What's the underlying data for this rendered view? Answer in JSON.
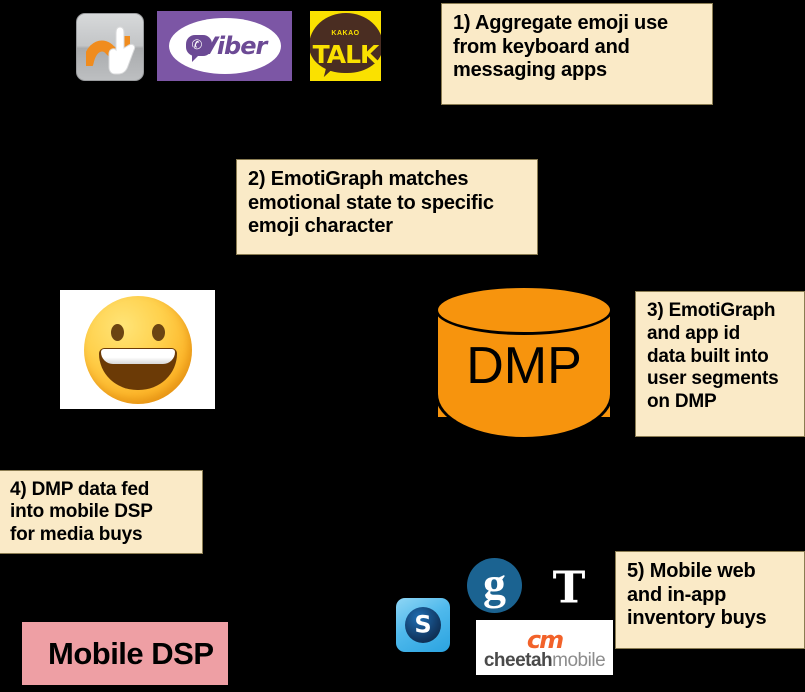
{
  "diagram": {
    "background_color": "#000000",
    "callout_color": "#faeac7",
    "steps": [
      {
        "id": "step-1",
        "lines": [
          "1) Aggregate emoji use",
          "from keyboard and",
          "messaging apps"
        ]
      },
      {
        "id": "step-2",
        "lines": [
          "2) EmotiGraph matches",
          "emotional state to specific",
          "emoji character"
        ]
      },
      {
        "id": "step-3",
        "lines": [
          "3) EmotiGraph",
          "and app id",
          "data built into",
          "user segments",
          "on DMP"
        ]
      },
      {
        "id": "step-4",
        "lines": [
          "4) DMP data fed",
          "into mobile DSP",
          "for media buys"
        ]
      },
      {
        "id": "step-5",
        "lines": [
          "5) Mobile web",
          "and in-app",
          "inventory buys"
        ]
      }
    ]
  },
  "apps": {
    "swype": {
      "name": "Swype keyboard",
      "icon": "swype-keyboard-icon"
    },
    "viber": {
      "name": "Viber",
      "wordmark": "Viber",
      "color": "#7c56a5",
      "icon": "viber-logo"
    },
    "kakao": {
      "name": "KakaoTalk",
      "top_word": "KAKAO",
      "main_word": "TALK",
      "color": "#fae100",
      "icon": "kakaotalk-logo"
    }
  },
  "emoji": {
    "name": "grinning-face-emoji",
    "label": "Grinning face with big eyes"
  },
  "dmp": {
    "label": "DMP",
    "color": "#f7940d",
    "shape": "cylinder-database"
  },
  "dsp": {
    "label": "Mobile DSP",
    "color": "#ee9fa4"
  },
  "publishers": [
    {
      "id": "shazam",
      "name": "Shazam",
      "glyph": "S",
      "icon": "shazam-logo",
      "color": "#2aa3e0"
    },
    {
      "id": "gannett",
      "name": "Gannett",
      "glyph": "g",
      "icon": "gannett-logo",
      "color": "#1b6391"
    },
    {
      "id": "nyt",
      "name": "The New York Times",
      "glyph": "T",
      "icon": "new-york-times-logo",
      "color": "#ffffff"
    },
    {
      "id": "cheetah",
      "name": "Cheetah Mobile",
      "mark": "cm",
      "word_bold": "cheetah",
      "word_light": "mobile",
      "icon": "cheetah-mobile-logo",
      "color": "#f2622a"
    }
  ]
}
